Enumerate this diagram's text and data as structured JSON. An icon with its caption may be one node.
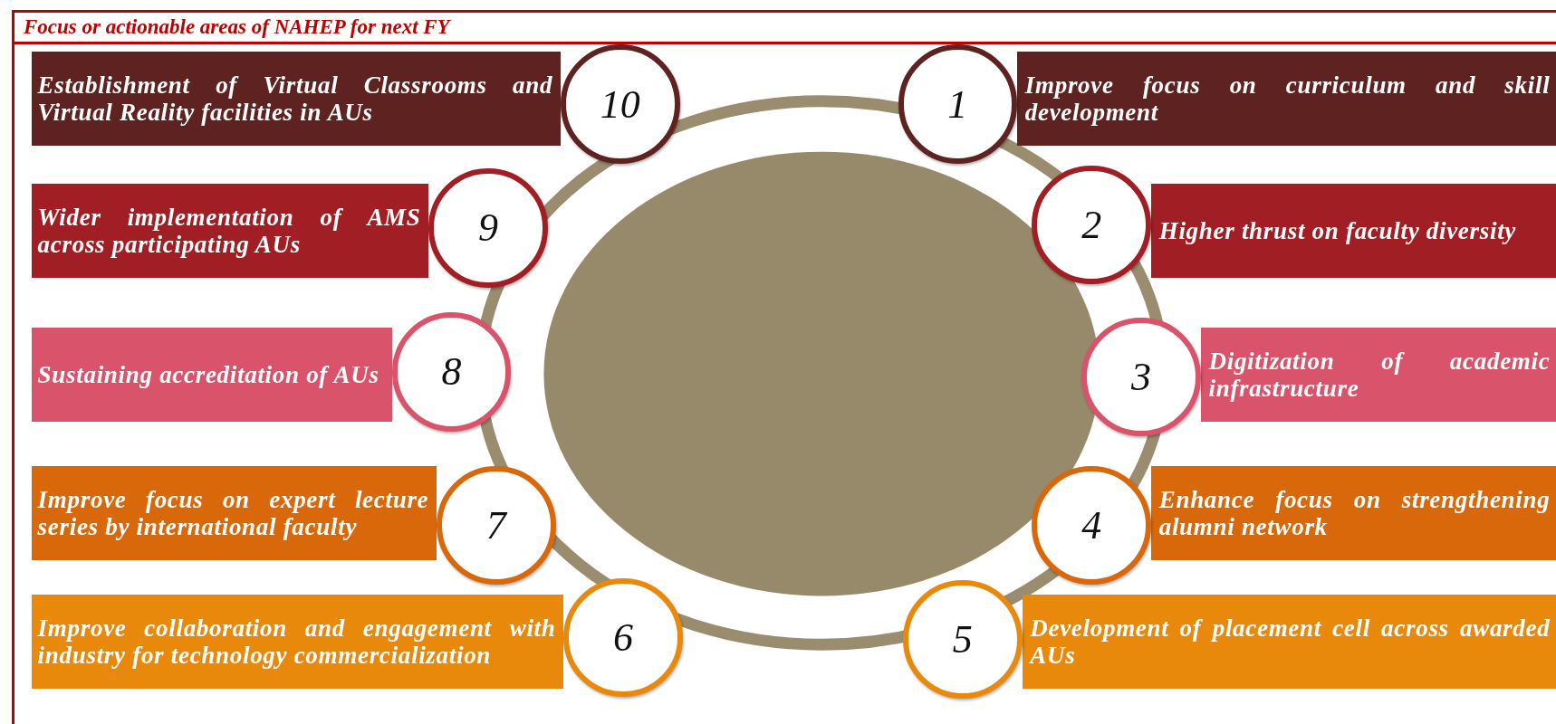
{
  "diagram": {
    "title": "Focus or actionable areas of NAHEP for next FY",
    "nodes": [
      {
        "text": [
          "1"
        ]
      },
      {
        "text": [
          "Improve focus on curriculum and skill development"
        ]
      },
      {
        "text": [
          "2"
        ]
      },
      {
        "text": [
          "Higher thrust on faculty diversity"
        ]
      },
      {
        "text": [
          "3"
        ]
      },
      {
        "text": [
          "Digitization of academic infrastructure"
        ]
      },
      {
        "text": [
          "4"
        ]
      },
      {
        "text": [
          "Enhance focus on strengthening alumni network"
        ]
      },
      {
        "text": [
          "5"
        ]
      },
      {
        "text": [
          "Development of placement cell across awarded AUs"
        ]
      },
      {
        "text": [
          "6"
        ]
      },
      {
        "text": [
          "Improve collaboration and engagement with industry for technology commercialization"
        ]
      },
      {
        "text": [
          "7"
        ]
      },
      {
        "text": [
          "Improve focus on expert lecture series by international faculty"
        ]
      },
      {
        "text": [
          "8"
        ]
      },
      {
        "text": [
          "Sustaining accreditation of AUs"
        ]
      },
      {
        "text": [
          "9"
        ]
      },
      {
        "text": [
          "Wider implementation of AMS across participating AUs"
        ]
      },
      {
        "text": [
          "10"
        ]
      },
      {
        "text": [
          "Establishment of Virtual Classrooms and Virtual Reality facilities in AUs"
        ]
      }
    ],
    "edges": []
  }
}
